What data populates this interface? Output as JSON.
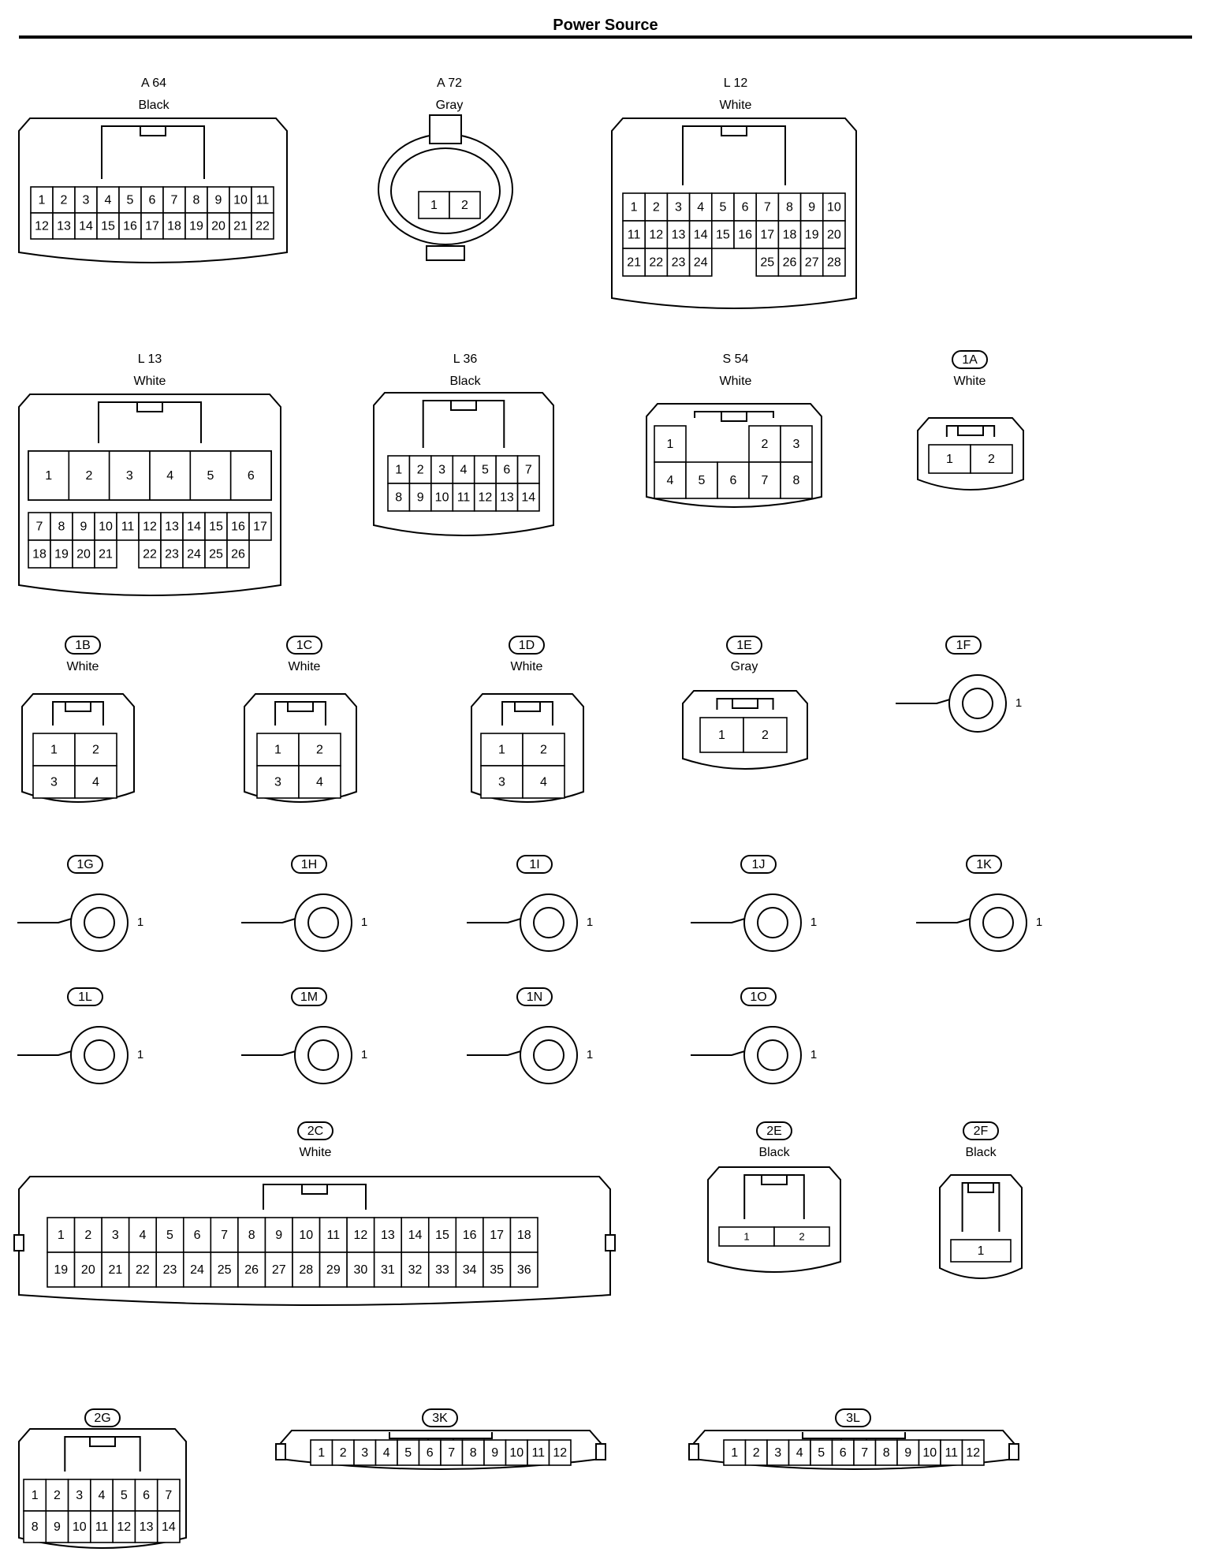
{
  "page": {
    "title": "Power Source"
  },
  "connectors": [
    {
      "id": "A64",
      "label": "A 64",
      "color": "Black",
      "tag_style": "plain",
      "type": "block",
      "rows": [
        [
          "1",
          "2",
          "3",
          "4",
          "5",
          "6",
          "7",
          "8",
          "9",
          "10",
          "11"
        ],
        [
          "12",
          "13",
          "14",
          "15",
          "16",
          "17",
          "18",
          "19",
          "20",
          "21",
          "22"
        ]
      ]
    },
    {
      "id": "A72",
      "label": "A 72",
      "color": "Gray",
      "tag_style": "plain",
      "type": "round",
      "rows": [
        [
          "1",
          "2"
        ]
      ]
    },
    {
      "id": "L12",
      "label": "L 12",
      "color": "White",
      "tag_style": "plain",
      "type": "block",
      "rows": [
        [
          "1",
          "2",
          "3",
          "4",
          "5",
          "6",
          "7",
          "8",
          "9",
          "10"
        ],
        [
          "11",
          "12",
          "13",
          "14",
          "15",
          "16",
          "17",
          "18",
          "19",
          "20"
        ],
        [
          "21",
          "22",
          "23",
          "24",
          "",
          "",
          "25",
          "26",
          "27",
          "28"
        ]
      ]
    },
    {
      "id": "L13",
      "label": "L 13",
      "color": "White",
      "tag_style": "plain",
      "type": "block",
      "rows": [
        [
          "1",
          "2",
          "3",
          "4",
          "5",
          "6"
        ],
        [
          "7",
          "8",
          "9",
          "10",
          "11",
          "12",
          "13",
          "14",
          "15",
          "16",
          "17"
        ],
        [
          "18",
          "19",
          "20",
          "21",
          "",
          "22",
          "23",
          "24",
          "25",
          "26"
        ]
      ]
    },
    {
      "id": "L36",
      "label": "L 36",
      "color": "Black",
      "tag_style": "plain",
      "type": "block",
      "rows": [
        [
          "1",
          "2",
          "3",
          "4",
          "5",
          "6",
          "7"
        ],
        [
          "8",
          "9",
          "10",
          "11",
          "12",
          "13",
          "14"
        ]
      ]
    },
    {
      "id": "S54",
      "label": "S 54",
      "color": "White",
      "tag_style": "plain",
      "type": "block",
      "rows": [
        [
          "1",
          "",
          "",
          "2",
          "3"
        ],
        [
          "4",
          "5",
          "6",
          "7",
          "8"
        ]
      ]
    },
    {
      "id": "1A",
      "label": "1A",
      "color": "White",
      "tag_style": "pill",
      "type": "block",
      "rows": [
        [
          "1",
          "2"
        ]
      ]
    },
    {
      "id": "1B",
      "label": "1B",
      "color": "White",
      "tag_style": "pill",
      "type": "block",
      "rows": [
        [
          "1",
          "2"
        ],
        [
          "3",
          "4"
        ]
      ]
    },
    {
      "id": "1C",
      "label": "1C",
      "color": "White",
      "tag_style": "pill",
      "type": "block",
      "rows": [
        [
          "1",
          "2"
        ],
        [
          "3",
          "4"
        ]
      ]
    },
    {
      "id": "1D",
      "label": "1D",
      "color": "White",
      "tag_style": "pill",
      "type": "block",
      "rows": [
        [
          "1",
          "2"
        ],
        [
          "3",
          "4"
        ]
      ]
    },
    {
      "id": "1E",
      "label": "1E",
      "color": "Gray",
      "tag_style": "pill",
      "type": "block",
      "rows": [
        [
          "1",
          "2"
        ]
      ]
    },
    {
      "id": "1F",
      "label": "1F",
      "color": "",
      "tag_style": "pill",
      "type": "ring",
      "pin": "1"
    },
    {
      "id": "1G",
      "label": "1G",
      "color": "",
      "tag_style": "pill",
      "type": "ring",
      "pin": "1"
    },
    {
      "id": "1H",
      "label": "1H",
      "color": "",
      "tag_style": "pill",
      "type": "ring",
      "pin": "1"
    },
    {
      "id": "1I",
      "label": "1I",
      "color": "",
      "tag_style": "pill",
      "type": "ring",
      "pin": "1"
    },
    {
      "id": "1J",
      "label": "1J",
      "color": "",
      "tag_style": "pill",
      "type": "ring",
      "pin": "1"
    },
    {
      "id": "1K",
      "label": "1K",
      "color": "",
      "tag_style": "pill",
      "type": "ring",
      "pin": "1"
    },
    {
      "id": "1L",
      "label": "1L",
      "color": "",
      "tag_style": "pill",
      "type": "ring",
      "pin": "1"
    },
    {
      "id": "1M",
      "label": "1M",
      "color": "",
      "tag_style": "pill",
      "type": "ring",
      "pin": "1"
    },
    {
      "id": "1N",
      "label": "1N",
      "color": "",
      "tag_style": "pill",
      "type": "ring",
      "pin": "1"
    },
    {
      "id": "1O",
      "label": "1O",
      "color": "",
      "tag_style": "pill",
      "type": "ring",
      "pin": "1"
    },
    {
      "id": "2C",
      "label": "2C",
      "color": "White",
      "tag_style": "pill",
      "type": "block",
      "rows": [
        [
          "1",
          "2",
          "3",
          "4",
          "5",
          "6",
          "7",
          "8",
          "9",
          "10",
          "11",
          "12",
          "13",
          "14",
          "15",
          "16",
          "17",
          "18"
        ],
        [
          "19",
          "20",
          "21",
          "22",
          "23",
          "24",
          "25",
          "26",
          "27",
          "28",
          "29",
          "30",
          "31",
          "32",
          "33",
          "34",
          "35",
          "36"
        ]
      ]
    },
    {
      "id": "2E",
      "label": "2E",
      "color": "Black",
      "tag_style": "pill",
      "type": "block",
      "rows": [
        [
          "1",
          "2"
        ]
      ]
    },
    {
      "id": "2F",
      "label": "2F",
      "color": "Black",
      "tag_style": "pill",
      "type": "block",
      "rows": [
        [
          "1"
        ]
      ]
    },
    {
      "id": "2G",
      "label": "2G",
      "color": "Black",
      "tag_style": "pill",
      "type": "block",
      "rows": [
        [
          "1",
          "2",
          "3",
          "4",
          "5",
          "6",
          "7"
        ],
        [
          "8",
          "9",
          "10",
          "11",
          "12",
          "13",
          "14"
        ]
      ]
    },
    {
      "id": "3K",
      "label": "3K",
      "color": "White",
      "tag_style": "pill",
      "type": "block",
      "rows": [
        [
          "1",
          "2",
          "3",
          "4",
          "5",
          "6",
          "7",
          "8",
          "9",
          "10",
          "11",
          "12"
        ]
      ]
    },
    {
      "id": "3L",
      "label": "3L",
      "color": "Gray",
      "tag_style": "pill",
      "type": "block",
      "rows": [
        [
          "1",
          "2",
          "3",
          "4",
          "5",
          "6",
          "7",
          "8",
          "9",
          "10",
          "11",
          "12"
        ]
      ]
    }
  ]
}
